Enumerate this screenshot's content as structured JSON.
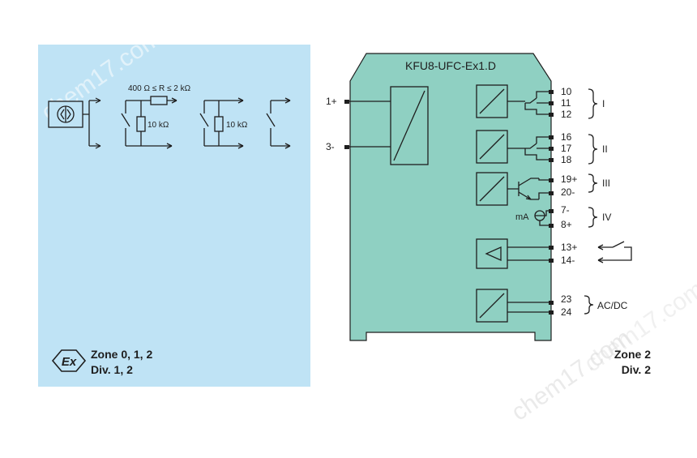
{
  "colors": {
    "hazard_bg": "#bfe3f5",
    "module_fill": "#8fd0c2",
    "line": "#1e1e1e",
    "watermark": "#cfcfcf"
  },
  "hazard": {
    "circuit": {
      "resistor_range": "400 Ω ≤ R ≤ 2 kΩ",
      "r1": "10 kΩ",
      "r2": "10 kΩ"
    },
    "zone_line1": "Zone 0, 1, 2",
    "zone_line2": "Div. 1, 2",
    "ex_symbol": "Ex"
  },
  "module": {
    "title": "KFU8-UFC-Ex1.D",
    "inputs": [
      {
        "label": "1+"
      },
      {
        "label": "3-"
      }
    ],
    "relay1": {
      "terminals": [
        "10",
        "11",
        "12"
      ],
      "roman": "I"
    },
    "relay2": {
      "terminals": [
        "16",
        "17",
        "18"
      ],
      "roman": "II"
    },
    "transistor": {
      "terminals": [
        "19+",
        "20-"
      ],
      "roman": "III"
    },
    "current": {
      "terminals": [
        "7-",
        "8+"
      ],
      "prefix": "mA",
      "roman": "IV"
    },
    "reset": {
      "terminals": [
        "13+",
        "14-"
      ]
    },
    "power": {
      "terminals": [
        "23",
        "24"
      ],
      "label": "AC/DC"
    }
  },
  "safe_zone": {
    "line1": "Zone 2",
    "line2": "Div. 2"
  },
  "watermark": "chem17.com"
}
